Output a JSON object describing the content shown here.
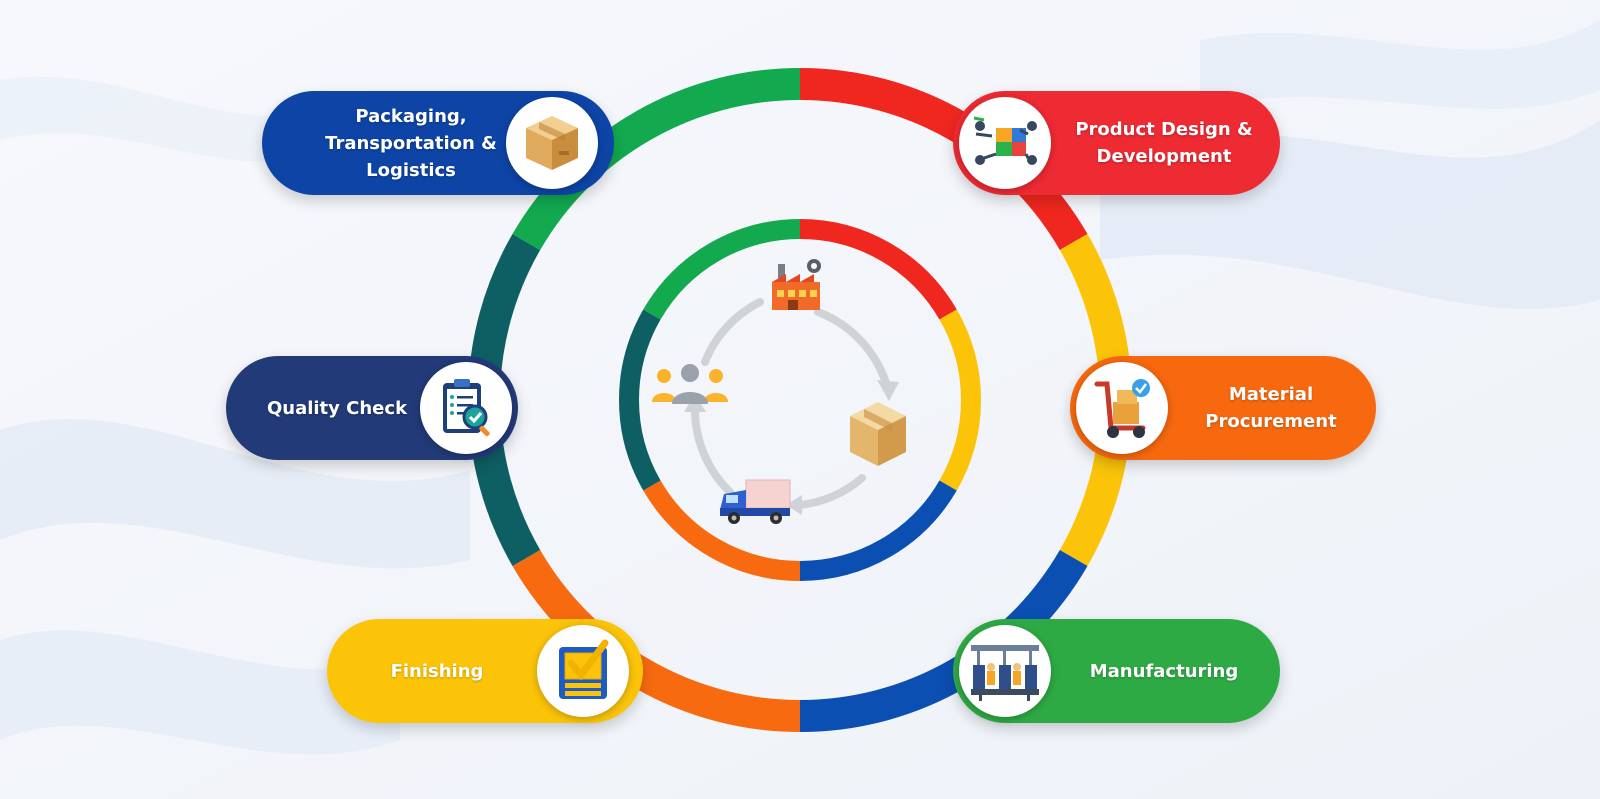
{
  "colors": {
    "red": "#f0271f",
    "yellow": "#fbc409",
    "blue": "#0b4fb3",
    "orange": "#f86a10",
    "green": "#12a94f",
    "teal": "#0e5f63",
    "dark_blue": "#0d44a6",
    "navy": "#223a78",
    "pill_yellow": "#fbc409",
    "pill_red": "#ee2a33",
    "pill_orange": "#f7680f",
    "pill_green": "#2eaa44",
    "cycle_arrow": "#cfd3d8"
  },
  "outer_ring_segments": [
    "red",
    "yellow",
    "blue",
    "orange",
    "teal",
    "green"
  ],
  "inner_ring_segments": [
    "red",
    "yellow",
    "blue",
    "orange",
    "teal",
    "green"
  ],
  "stages": {
    "packaging": {
      "label": "Packaging,\nTransportation &\nLogistics",
      "icon": "cardboard-box-icon",
      "color": "#0d44a6"
    },
    "quality": {
      "label": "Quality Check",
      "icon": "clipboard-magnifier-icon",
      "color": "#223a78"
    },
    "finishing": {
      "label": "Finishing",
      "icon": "checked-box-icon",
      "color": "#fbc409"
    },
    "design": {
      "label": "Product Design &\nDevelopment",
      "icon": "design-puzzle-icon",
      "color": "#ee2a33"
    },
    "material": {
      "label": "Material\nProcurement",
      "icon": "hand-truck-icon",
      "color": "#f7680f"
    },
    "manufacturing": {
      "label": "Manufacturing",
      "icon": "assembly-line-icon",
      "color": "#2eaa44"
    }
  },
  "center_cycle_icons": [
    "factory-icon",
    "box-icon",
    "truck-icon",
    "people-icon"
  ]
}
